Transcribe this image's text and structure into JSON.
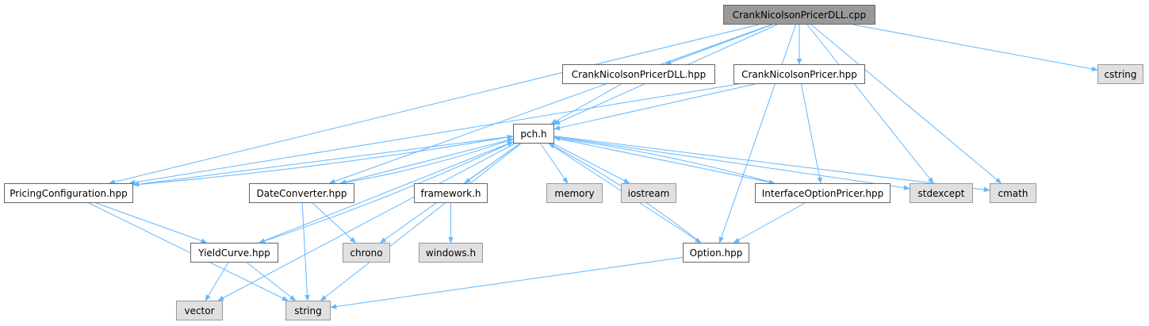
{
  "diagram": {
    "edge_color": "#63b8ff",
    "nodes": [
      {
        "id": "root",
        "label": "CrankNicolsonPricerDLL.cpp",
        "kind": "root"
      },
      {
        "id": "cnpdll_hpp",
        "label": "CrankNicolsonPricerDLL.hpp",
        "kind": "header"
      },
      {
        "id": "cnp_hpp",
        "label": "CrankNicolsonPricer.hpp",
        "kind": "header"
      },
      {
        "id": "cstring",
        "label": "cstring",
        "kind": "system"
      },
      {
        "id": "pch",
        "label": "pch.h",
        "kind": "header"
      },
      {
        "id": "pricingconf",
        "label": "PricingConfiguration.hpp",
        "kind": "header"
      },
      {
        "id": "dateconv",
        "label": "DateConverter.hpp",
        "kind": "header"
      },
      {
        "id": "framework",
        "label": "framework.h",
        "kind": "header"
      },
      {
        "id": "memory",
        "label": "memory",
        "kind": "system"
      },
      {
        "id": "iostream",
        "label": "iostream",
        "kind": "system"
      },
      {
        "id": "iop",
        "label": "InterfaceOptionPricer.hpp",
        "kind": "header"
      },
      {
        "id": "stdexcept",
        "label": "stdexcept",
        "kind": "system"
      },
      {
        "id": "cmath",
        "label": "cmath",
        "kind": "system"
      },
      {
        "id": "yieldcurve",
        "label": "YieldCurve.hpp",
        "kind": "header"
      },
      {
        "id": "chrono",
        "label": "chrono",
        "kind": "system"
      },
      {
        "id": "windows",
        "label": "windows.h",
        "kind": "system"
      },
      {
        "id": "option",
        "label": "Option.hpp",
        "kind": "header"
      },
      {
        "id": "vector",
        "label": "vector",
        "kind": "system"
      },
      {
        "id": "string",
        "label": "string",
        "kind": "system"
      }
    ],
    "edges": [
      [
        "root",
        "cnpdll_hpp"
      ],
      [
        "root",
        "cnp_hpp"
      ],
      [
        "root",
        "cstring"
      ],
      [
        "root",
        "pch"
      ],
      [
        "root",
        "pricingconf"
      ],
      [
        "root",
        "dateconv"
      ],
      [
        "root",
        "stdexcept"
      ],
      [
        "root",
        "cmath"
      ],
      [
        "root",
        "option"
      ],
      [
        "cnpdll_hpp",
        "pch"
      ],
      [
        "cnp_hpp",
        "pch"
      ],
      [
        "cnp_hpp",
        "pricingconf"
      ],
      [
        "cnp_hpp",
        "iop"
      ],
      [
        "pch",
        "pricingconf"
      ],
      [
        "pch",
        "dateconv"
      ],
      [
        "pch",
        "framework"
      ],
      [
        "pch",
        "memory"
      ],
      [
        "pch",
        "iostream"
      ],
      [
        "pch",
        "iop"
      ],
      [
        "pch",
        "stdexcept"
      ],
      [
        "pch",
        "cmath"
      ],
      [
        "pch",
        "yieldcurve"
      ],
      [
        "pch",
        "chrono"
      ],
      [
        "pch",
        "option"
      ],
      [
        "pch",
        "vector"
      ],
      [
        "pch",
        "string"
      ],
      [
        "pricingconf",
        "pch"
      ],
      [
        "pricingconf",
        "yieldcurve"
      ],
      [
        "pricingconf",
        "string"
      ],
      [
        "dateconv",
        "pch"
      ],
      [
        "dateconv",
        "chrono"
      ],
      [
        "dateconv",
        "string"
      ],
      [
        "iop",
        "pch"
      ],
      [
        "iop",
        "option"
      ],
      [
        "yieldcurve",
        "pch"
      ],
      [
        "yieldcurve",
        "vector"
      ],
      [
        "yieldcurve",
        "string"
      ],
      [
        "option",
        "pch"
      ],
      [
        "option",
        "string"
      ],
      [
        "framework",
        "windows"
      ]
    ]
  }
}
